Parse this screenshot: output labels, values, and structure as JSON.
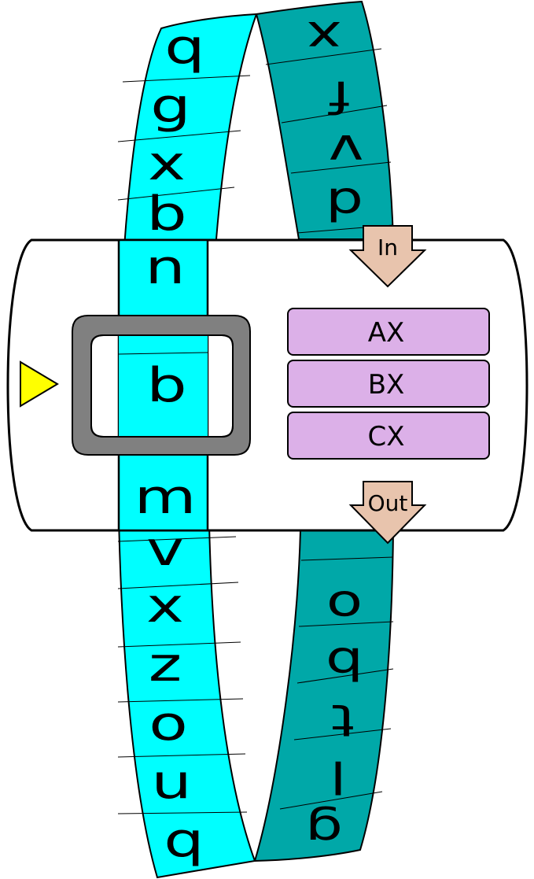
{
  "tape": {
    "front_top": [
      "q",
      "g",
      "x",
      "b"
    ],
    "window_above": "n",
    "head_symbol": "b",
    "window_below": "m",
    "front_bottom": [
      "v",
      "x",
      "z",
      "o",
      "u",
      "q"
    ],
    "back_top": [
      "x",
      "f",
      "v",
      "d"
    ],
    "back_bottom": [
      "o",
      "b",
      "t",
      "l",
      "g"
    ]
  },
  "registers": [
    "AX",
    "BX",
    "CX"
  ],
  "arrows": {
    "in_label": "In",
    "out_label": "Out"
  },
  "colors": {
    "tape_front": "#00ffff",
    "tape_back": "#00a8a8",
    "register_fill": "#dcb0e8",
    "arrow_fill": "#e8c4ad",
    "head_frame": "#808080",
    "pointer": "#ffff00"
  },
  "icons": {
    "pointer": "triangle-pointer-icon"
  }
}
